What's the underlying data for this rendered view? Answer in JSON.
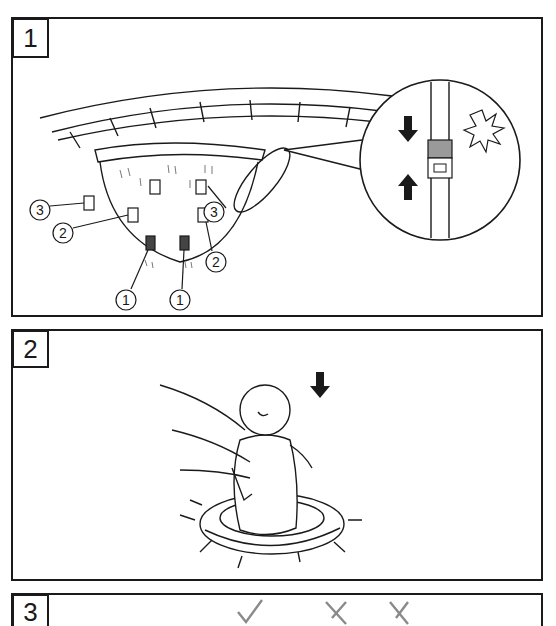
{
  "diagram": {
    "nodes": [
      {
        "text": [
          "1"
        ]
      },
      {
        "text": [
          "2"
        ]
      },
      {
        "text": [
          "3"
        ]
      }
    ],
    "labels": [
      "3",
      "3",
      "2",
      "2",
      "1",
      "1"
    ]
  }
}
